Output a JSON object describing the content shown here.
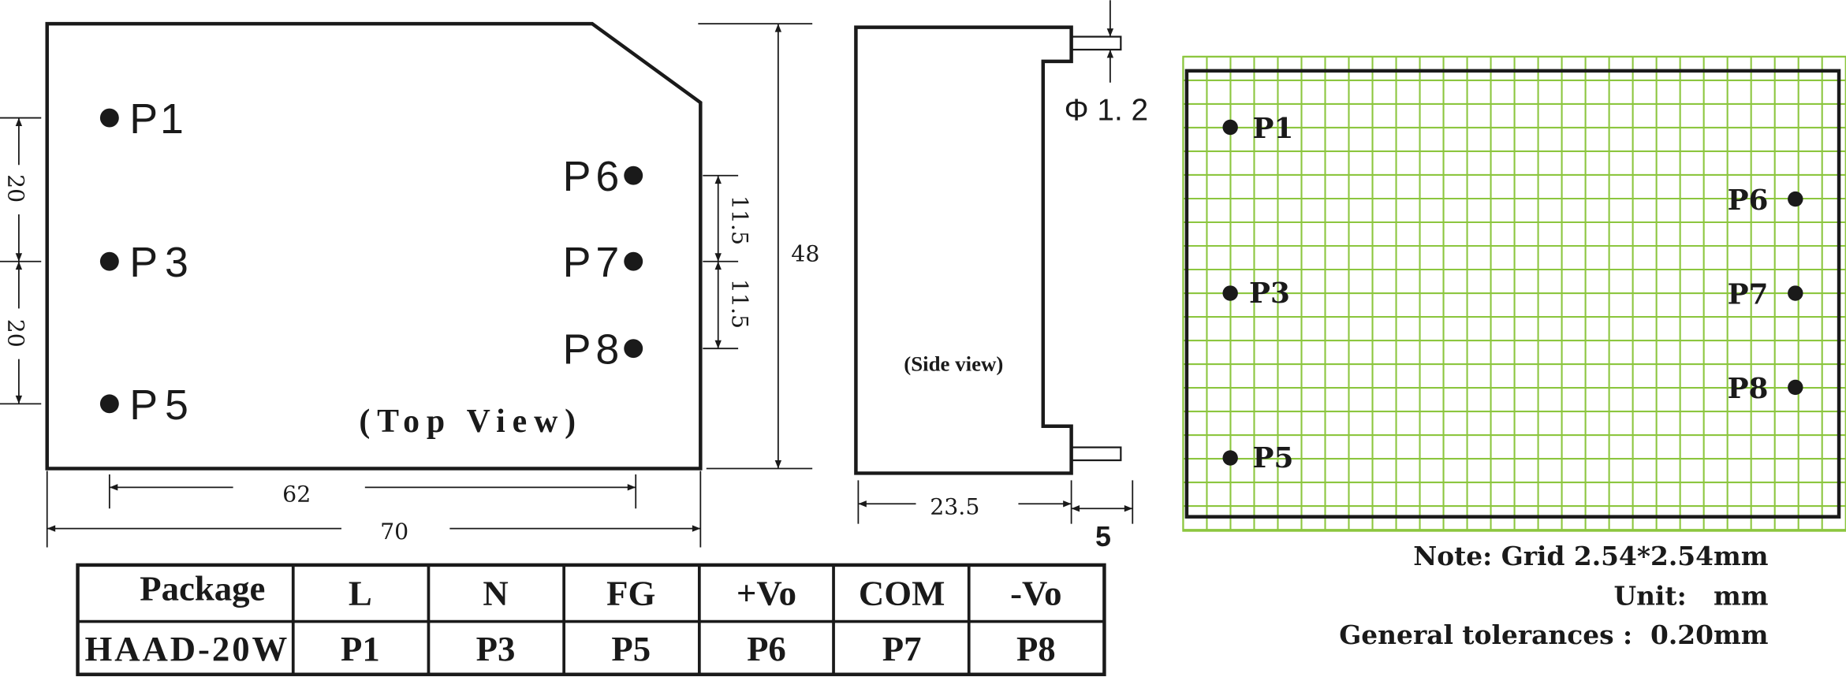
{
  "top_view": {
    "title": "(Top View)",
    "pins": [
      "P1",
      "P3",
      "P5",
      "P6",
      "P7",
      "P8"
    ],
    "dims": {
      "left_pitch_1": "20",
      "left_pitch_2": "20",
      "right_pitch_1": "11.5",
      "right_pitch_2": "11.5",
      "height": "48",
      "pin_span": "62",
      "width": "70"
    }
  },
  "side_view": {
    "title": "(Side view)",
    "dims": {
      "pin_diameter": "Φ 1. 2",
      "depth": "23.5",
      "pin_length": "5"
    }
  },
  "table": {
    "header": [
      "Package",
      "L",
      "N",
      "FG",
      "+Vo",
      "COM",
      "-Vo"
    ],
    "rows": [
      [
        "HAAD-20W",
        "P1",
        "P3",
        "P5",
        "P6",
        "P7",
        "P8"
      ]
    ]
  },
  "grid_view": {
    "pins": [
      "P1",
      "P3",
      "P5",
      "P6",
      "P7",
      "P8"
    ],
    "grid_color": "#8cc63f"
  },
  "notes": {
    "grid": "Note: Grid 2.54*2.54mm",
    "unit": "Unit:   mm",
    "tolerance": "General tolerances :  0.20mm"
  }
}
